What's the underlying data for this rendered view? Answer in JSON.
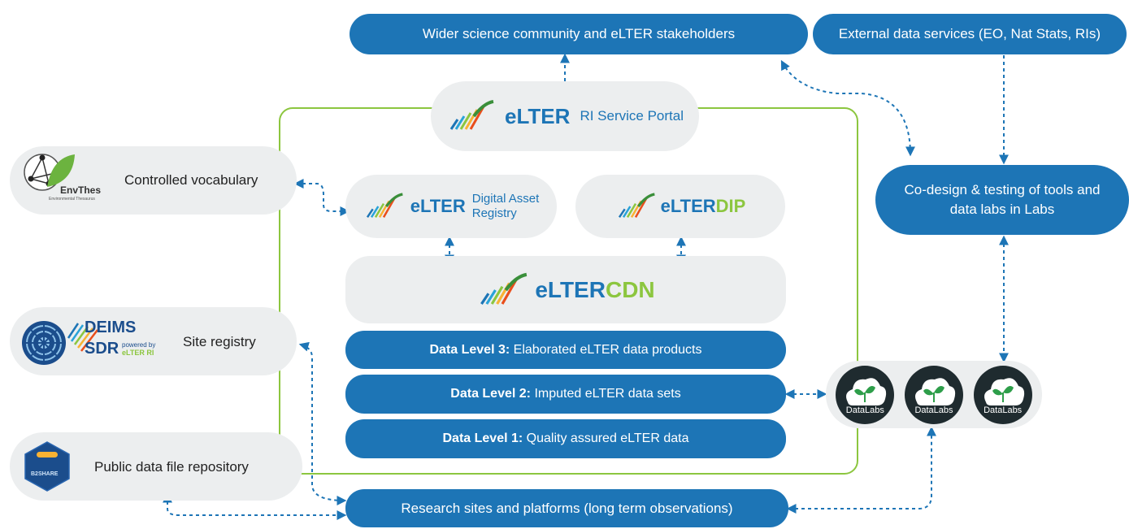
{
  "colors": {
    "blue": "#1d75b6",
    "grey": "#eceeef",
    "green_frame": "#8cc63f",
    "dark_blue": "#1b4d8c"
  },
  "top": {
    "wider_community": "Wider science community and eLTER stakeholders",
    "external_services": "External data services (EO, Nat Stats, RIs)"
  },
  "portal": {
    "logo": "eLTER",
    "label": "RI Service Portal"
  },
  "dar": {
    "logo": "eLTER",
    "label_line1": "Digital Asset",
    "label_line2": "Registry"
  },
  "dip": {
    "logo_a": "eLTER",
    "logo_b": "DIP"
  },
  "cdn": {
    "logo_a": "eLTER",
    "logo_b": "CDN"
  },
  "levels": [
    {
      "bold": "Data Level 3:",
      "text": "Elaborated eLTER data products"
    },
    {
      "bold": "Data Level 2:",
      "text": "Imputed eLTER data sets"
    },
    {
      "bold": "Data Level 1:",
      "text": "Quality assured eLTER data"
    }
  ],
  "left": {
    "vocab": {
      "logo": "EnvThes",
      "logo_sub": "Environmental Thesaurus",
      "label": "Controlled vocabulary"
    },
    "site": {
      "logo_a": "DEIMS",
      "logo_b": "SDR",
      "powered": "powered by",
      "powered_brand": "eLTER RI",
      "label": "Site registry"
    },
    "repo": {
      "logo": "B2SHARE",
      "label": "Public data file repository"
    }
  },
  "codesign": {
    "line1": "Co-design & testing of tools and",
    "line2": "data labs in Labs"
  },
  "datalabs": [
    "DataLabs",
    "DataLabs",
    "DataLabs"
  ],
  "bottom": {
    "research": "Research sites and platforms (long term observations)"
  }
}
